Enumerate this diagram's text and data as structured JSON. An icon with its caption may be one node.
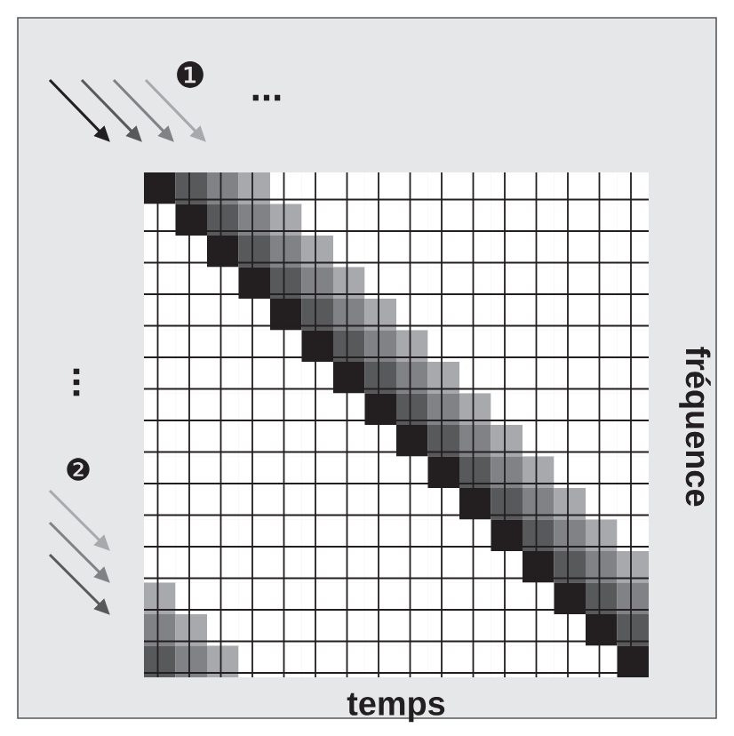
{
  "diagram": {
    "labels": [
      "❶",
      "...",
      "...",
      "❷",
      "temps",
      "fréquence"
    ]
  }
}
